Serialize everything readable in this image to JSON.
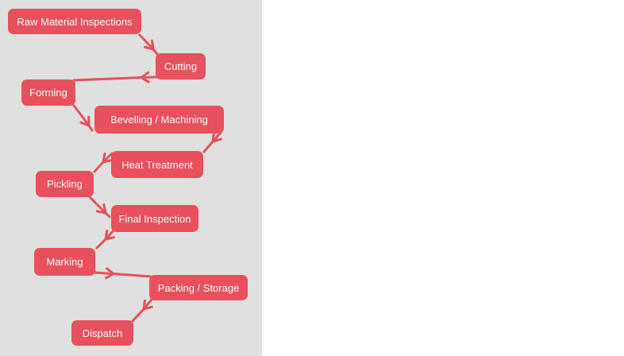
{
  "diagram": {
    "type": "flowchart",
    "nodes": [
      {
        "id": "raw-material-inspections",
        "label": "Raw Material Inspections"
      },
      {
        "id": "cutting",
        "label": "Cutting"
      },
      {
        "id": "forming",
        "label": "Forming"
      },
      {
        "id": "bevelling-machining",
        "label": "Bevelling / Machining"
      },
      {
        "id": "heat-treatment",
        "label": "Heat Treatment"
      },
      {
        "id": "pickling",
        "label": "Pickling"
      },
      {
        "id": "final-inspection",
        "label": "Final Inspection"
      },
      {
        "id": "marking",
        "label": "Marking"
      },
      {
        "id": "packing-storage",
        "label": "Packing / Storage"
      },
      {
        "id": "dispatch",
        "label": "Dispatch"
      }
    ],
    "edges": [
      {
        "from": "raw-material-inspections",
        "to": "cutting"
      },
      {
        "from": "cutting",
        "to": "forming"
      },
      {
        "from": "forming",
        "to": "bevelling-machining"
      },
      {
        "from": "bevelling-machining",
        "to": "heat-treatment"
      },
      {
        "from": "heat-treatment",
        "to": "pickling"
      },
      {
        "from": "pickling",
        "to": "final-inspection"
      },
      {
        "from": "final-inspection",
        "to": "marking"
      },
      {
        "from": "marking",
        "to": "packing-storage"
      },
      {
        "from": "packing-storage",
        "to": "dispatch"
      }
    ],
    "colors": {
      "node_fill": "#e8505b",
      "node_text": "#ffffff",
      "connector": "#e8505b",
      "canvas_background": "#e0e0e0",
      "page_background": "#ffffff"
    }
  }
}
